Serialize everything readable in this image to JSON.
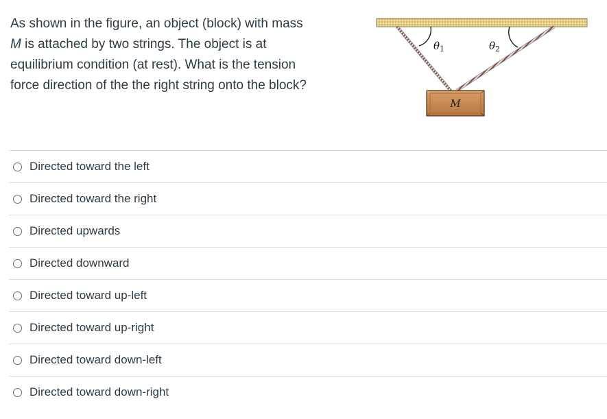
{
  "question": {
    "text_before_var": "As shown in the figure, an object (block) with mass ",
    "variable": "M",
    "text_after_var": " is attached by two strings. The object is at equilibrium condition (at rest). What is the tension force direction of the the right string onto the block?"
  },
  "figure": {
    "block_label": "M",
    "angle_left_label": "θ",
    "angle_left_subscript": "1",
    "angle_right_label": "θ",
    "angle_right_subscript": "2",
    "colors": {
      "ceiling": "#e2c878",
      "ceiling_border": "#8a7a4a",
      "string_brown": "#8b4a2a",
      "string_blue": "#6f8fb8",
      "block": "#c98e55",
      "block_border": "#5a3a1e"
    }
  },
  "answers": [
    {
      "label": "Directed toward the left",
      "selected": false
    },
    {
      "label": "Directed toward the right",
      "selected": false
    },
    {
      "label": "Directed upwards",
      "selected": false
    },
    {
      "label": "Directed downward",
      "selected": false
    },
    {
      "label": "Directed toward up-left",
      "selected": false
    },
    {
      "label": "Directed toward up-right",
      "selected": false
    },
    {
      "label": "Directed toward down-left",
      "selected": false
    },
    {
      "label": "Directed toward down-right",
      "selected": false
    }
  ]
}
